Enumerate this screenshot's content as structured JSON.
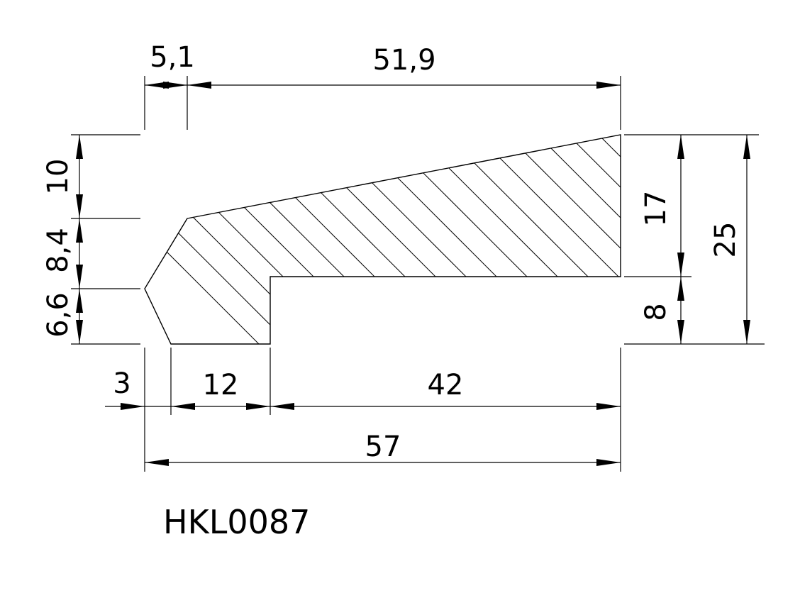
{
  "part_code": "HKL0087",
  "dimensions": {
    "top_left_offset": "5,1",
    "top_length": "51,9",
    "left_upper": "10",
    "left_middle": "8,4",
    "left_lower": "6,6",
    "right_upper": "17",
    "right_lower": "8",
    "right_total": "25",
    "bottom_chamfer": "3",
    "bottom_foot": "12",
    "bottom_recess": "42",
    "overall_length": "57"
  }
}
